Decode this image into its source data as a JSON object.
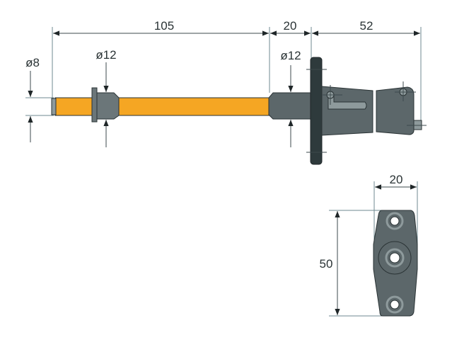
{
  "side_view": {
    "dim_length_rod": "105",
    "dim_length_shaft": "20",
    "dim_length_body": "52",
    "dim_diameter_tip": "ø8",
    "dim_diameter_collar": "ø12",
    "dim_diameter_shaft": "ø12"
  },
  "end_view": {
    "dim_width": "20",
    "dim_height": "50"
  },
  "colors": {
    "rod": "#f5a623",
    "metal": "#5c676a",
    "flange": "#2e3a3c",
    "outline": "#2a3335"
  }
}
